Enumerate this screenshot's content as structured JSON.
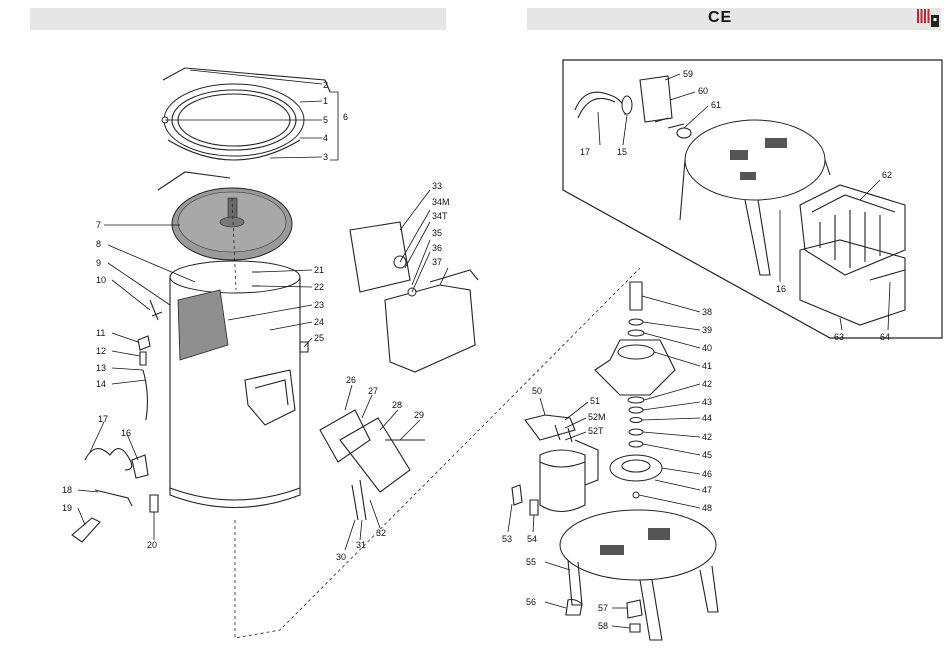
{
  "header": {
    "mark": "CE",
    "logo_icon": "brand-logo-icon"
  },
  "callouts": [
    {
      "id": "c1",
      "text": "1"
    },
    {
      "id": "c2",
      "text": "2"
    },
    {
      "id": "c3",
      "text": "3"
    },
    {
      "id": "c4",
      "text": "4"
    },
    {
      "id": "c5",
      "text": "5"
    },
    {
      "id": "c6",
      "text": "6"
    },
    {
      "id": "c7",
      "text": "7"
    },
    {
      "id": "c8",
      "text": "8"
    },
    {
      "id": "c9",
      "text": "9"
    },
    {
      "id": "c10",
      "text": "10"
    },
    {
      "id": "c11",
      "text": "11"
    },
    {
      "id": "c12",
      "text": "12"
    },
    {
      "id": "c13",
      "text": "13"
    },
    {
      "id": "c14",
      "text": "14"
    },
    {
      "id": "c15",
      "text": "15"
    },
    {
      "id": "c16",
      "text": "16"
    },
    {
      "id": "c17",
      "text": "17"
    },
    {
      "id": "c18",
      "text": "18"
    },
    {
      "id": "c19",
      "text": "19"
    },
    {
      "id": "c20",
      "text": "20"
    },
    {
      "id": "c21",
      "text": "21"
    },
    {
      "id": "c22",
      "text": "22"
    },
    {
      "id": "c23",
      "text": "23"
    },
    {
      "id": "c24",
      "text": "24"
    },
    {
      "id": "c25",
      "text": "25"
    },
    {
      "id": "c26",
      "text": "26"
    },
    {
      "id": "c27",
      "text": "27"
    },
    {
      "id": "c28",
      "text": "28"
    },
    {
      "id": "c29",
      "text": "29"
    },
    {
      "id": "c30",
      "text": "30"
    },
    {
      "id": "c31",
      "text": "31"
    },
    {
      "id": "c32",
      "text": "32"
    },
    {
      "id": "c33",
      "text": "33"
    },
    {
      "id": "c34m",
      "text": "34M"
    },
    {
      "id": "c34t",
      "text": "34T"
    },
    {
      "id": "c35",
      "text": "35"
    },
    {
      "id": "c36",
      "text": "36"
    },
    {
      "id": "c37",
      "text": "37"
    },
    {
      "id": "c38",
      "text": "38"
    },
    {
      "id": "c39",
      "text": "39"
    },
    {
      "id": "c40",
      "text": "40"
    },
    {
      "id": "c41",
      "text": "41"
    },
    {
      "id": "c42",
      "text": "42"
    },
    {
      "id": "c43",
      "text": "43"
    },
    {
      "id": "c44",
      "text": "44"
    },
    {
      "id": "c42b",
      "text": "42"
    },
    {
      "id": "c45",
      "text": "45"
    },
    {
      "id": "c46",
      "text": "46"
    },
    {
      "id": "c47",
      "text": "47"
    },
    {
      "id": "c48",
      "text": "48"
    },
    {
      "id": "c50",
      "text": "50"
    },
    {
      "id": "c51",
      "text": "51"
    },
    {
      "id": "c52m",
      "text": "52M"
    },
    {
      "id": "c52t",
      "text": "52T"
    },
    {
      "id": "c53",
      "text": "53"
    },
    {
      "id": "c54",
      "text": "54"
    },
    {
      "id": "c55",
      "text": "55"
    },
    {
      "id": "c56",
      "text": "56"
    },
    {
      "id": "c57",
      "text": "57"
    },
    {
      "id": "c58",
      "text": "58"
    },
    {
      "id": "c59",
      "text": "59"
    },
    {
      "id": "c60",
      "text": "60"
    },
    {
      "id": "c61",
      "text": "61"
    },
    {
      "id": "c62",
      "text": "62"
    },
    {
      "id": "c63",
      "text": "63"
    },
    {
      "id": "c64",
      "text": "64"
    },
    {
      "id": "c15b",
      "text": "15"
    },
    {
      "id": "c17b",
      "text": "17"
    },
    {
      "id": "c16b",
      "text": "16"
    }
  ]
}
